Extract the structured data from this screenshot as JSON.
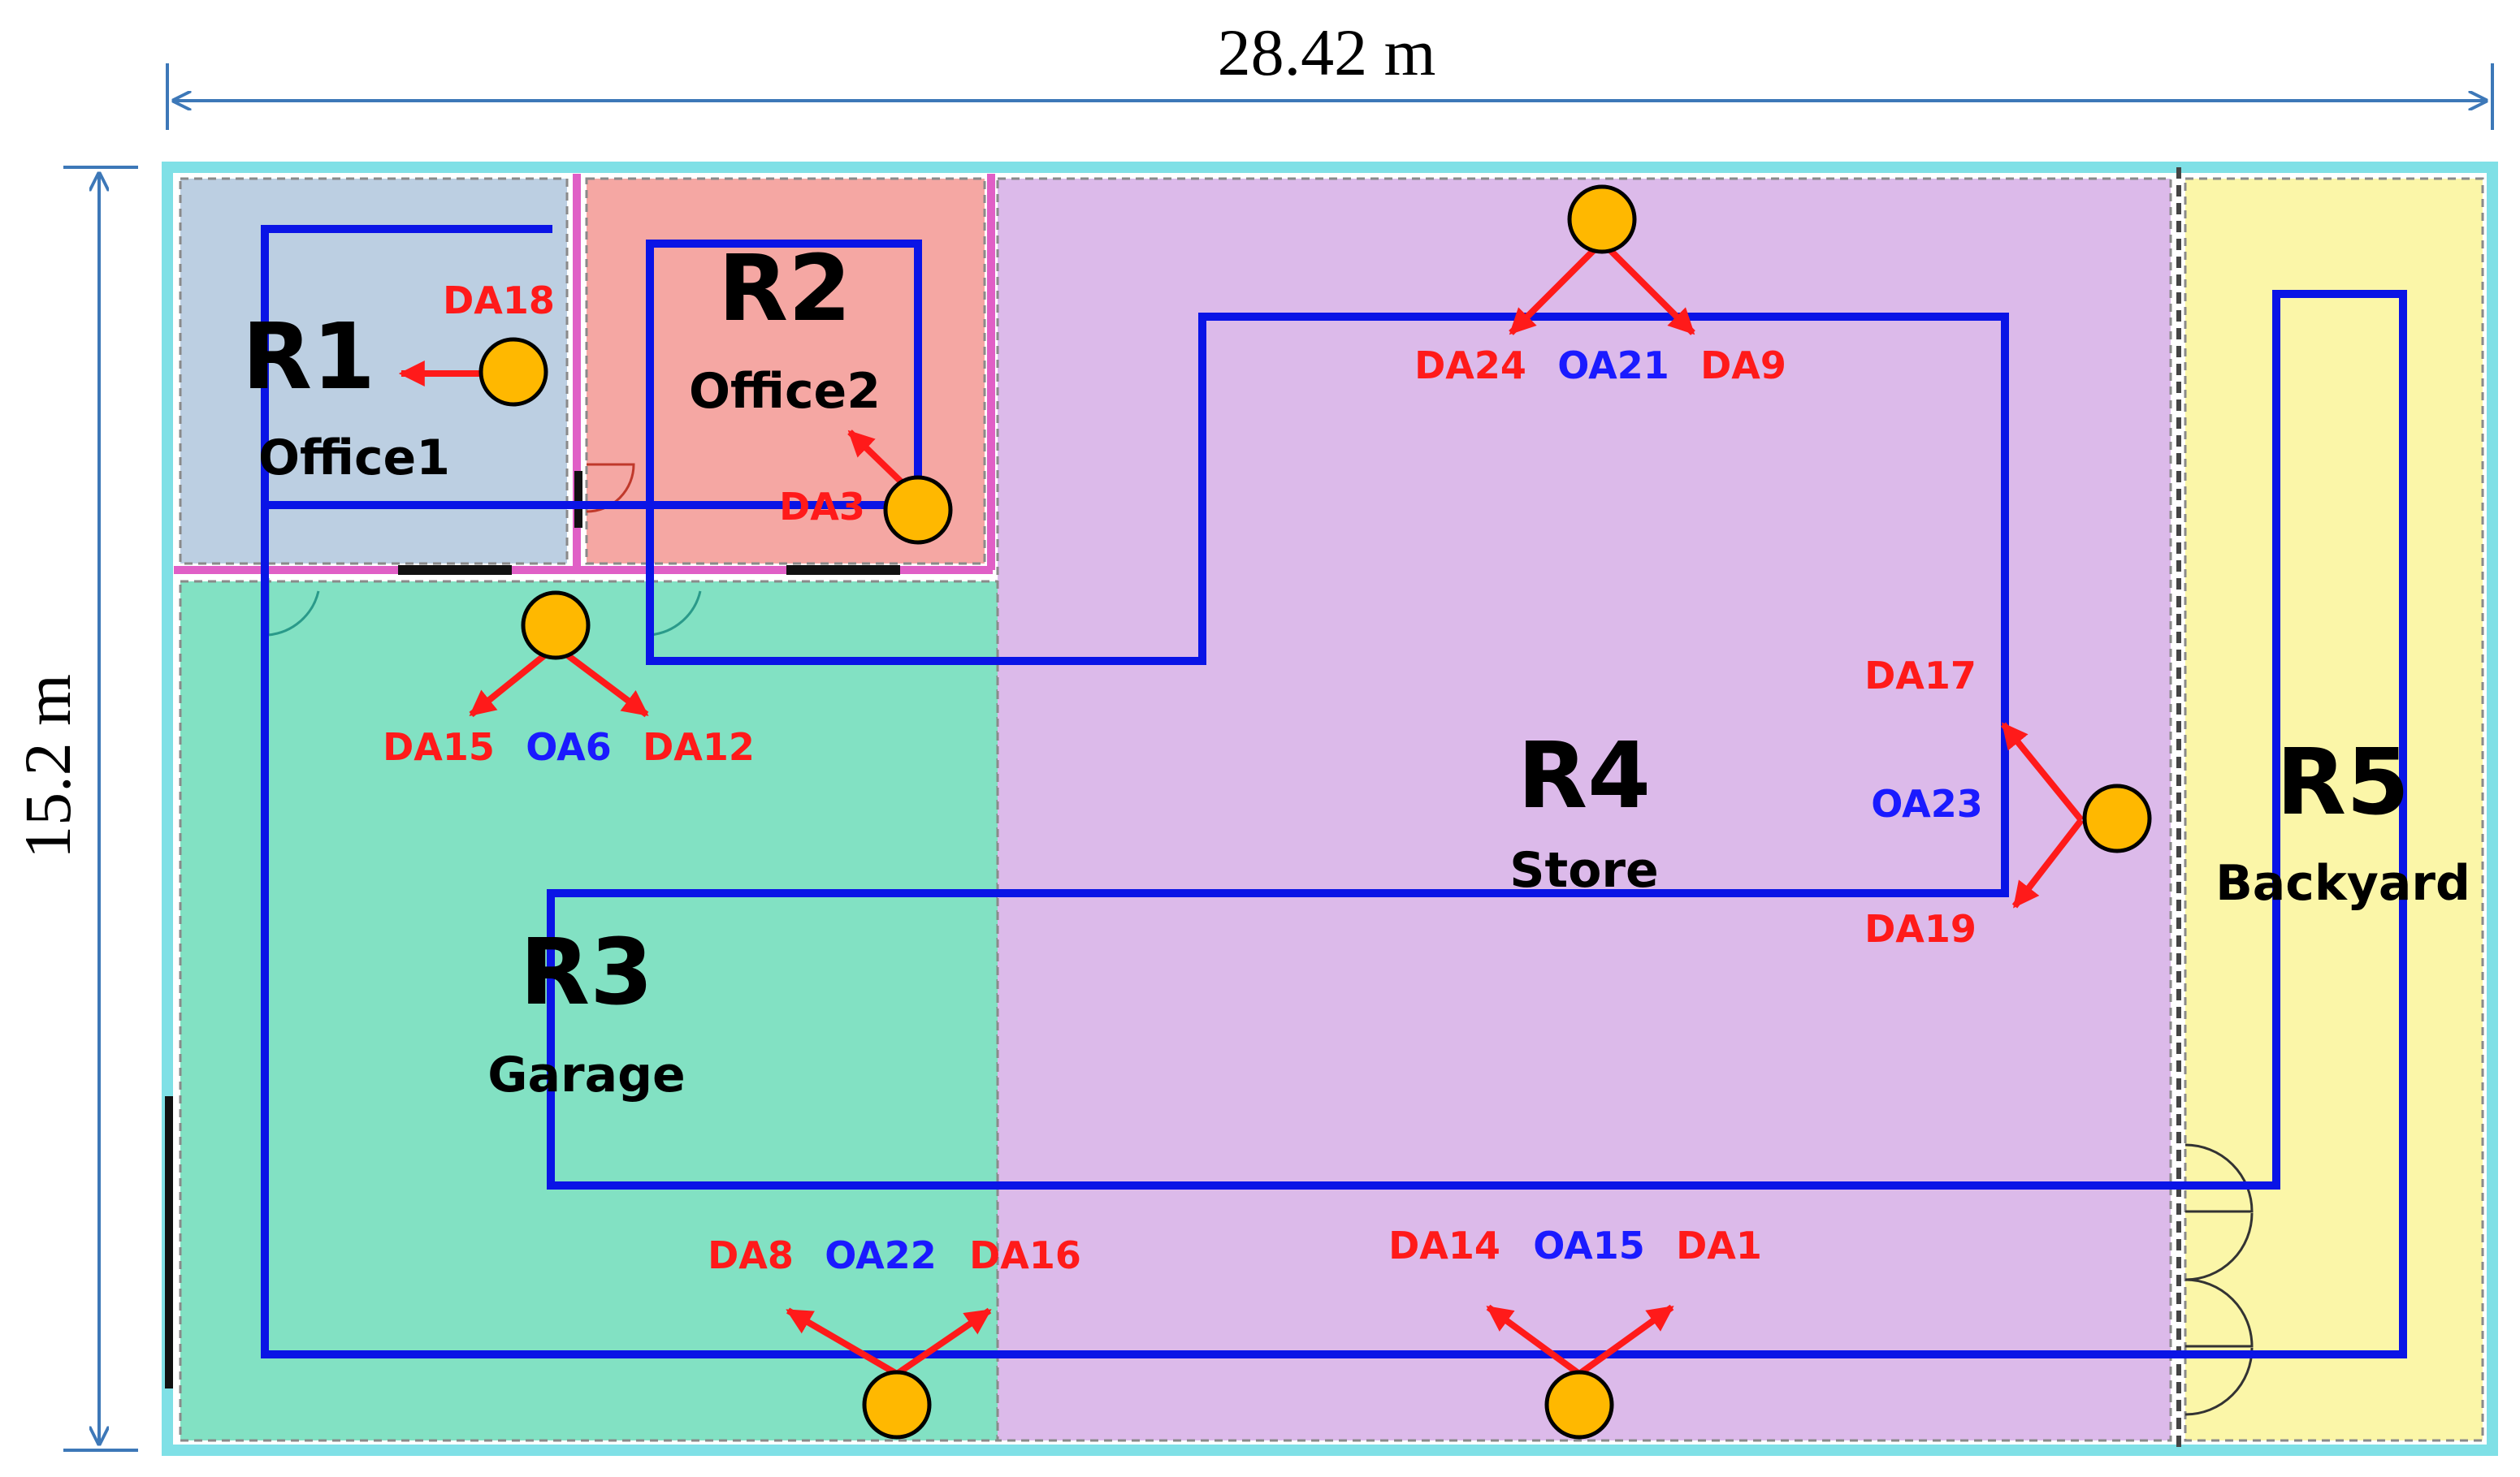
{
  "dimensions": {
    "width_label": "28.42 m",
    "height_label": "15.2 m"
  },
  "colors": {
    "office1": "#bccfe2",
    "office2": "#f5a7a3",
    "garage": "#82e1c3",
    "store": "#dcbaea",
    "backyard": "#fbf6a8",
    "outer_wall": "#7fe0e6",
    "route": "#0a14e6",
    "arrow": "#ff1a1a",
    "access_point": "#ffb800",
    "label_da": "#ff1a1a",
    "label_oa": "#1a1aff",
    "dimension_line": "#3d78b8"
  },
  "rooms": [
    {
      "code": "R1",
      "name": "Office1"
    },
    {
      "code": "R2",
      "name": "Office2"
    },
    {
      "code": "R3",
      "name": "Garage"
    },
    {
      "code": "R4",
      "name": "Store"
    },
    {
      "code": "R5",
      "name": "Backyard"
    }
  ],
  "access_point_labels": [
    "DA18",
    "DA3",
    "DA24",
    "OA21",
    "DA9",
    "DA15",
    "OA6",
    "DA12",
    "DA17",
    "OA23",
    "DA19",
    "DA8",
    "OA22",
    "DA16",
    "DA14",
    "OA15",
    "DA1"
  ]
}
